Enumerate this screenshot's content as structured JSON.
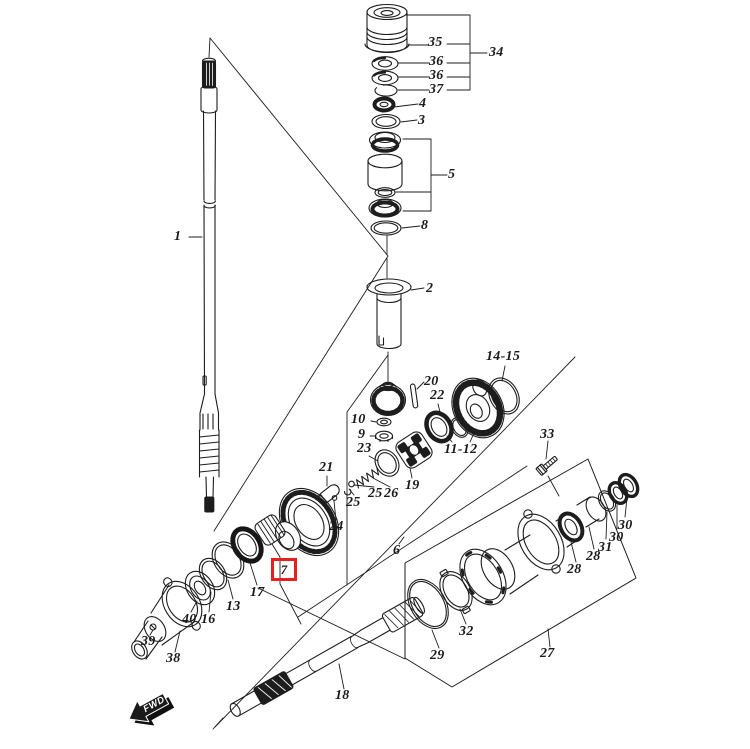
{
  "colors": {
    "background": "#ffffff",
    "line_art": "#1d1d1d",
    "highlight_box": "#e8201e"
  },
  "fwd_marker": {
    "label": "FWD"
  },
  "highlight": {
    "highlighted_part": "7"
  },
  "callouts": [
    {
      "label": "1"
    },
    {
      "label": "2"
    },
    {
      "label": "3"
    },
    {
      "label": "4"
    },
    {
      "label": "5"
    },
    {
      "label": "6"
    },
    {
      "label": "7"
    },
    {
      "label": "8"
    },
    {
      "label": "9"
    },
    {
      "label": "10"
    },
    {
      "label": "11-12"
    },
    {
      "label": "13"
    },
    {
      "label": "14-15"
    },
    {
      "label": "16"
    },
    {
      "label": "17"
    },
    {
      "label": "18"
    },
    {
      "label": "19"
    },
    {
      "label": "20"
    },
    {
      "label": "21"
    },
    {
      "label": "22"
    },
    {
      "label": "23"
    },
    {
      "label": "24"
    },
    {
      "label": "25"
    },
    {
      "label": "25"
    },
    {
      "label": "26"
    },
    {
      "label": "27"
    },
    {
      "label": "28"
    },
    {
      "label": "28"
    },
    {
      "label": "29"
    },
    {
      "label": "30"
    },
    {
      "label": "30"
    },
    {
      "label": "31"
    },
    {
      "label": "32"
    },
    {
      "label": "33"
    },
    {
      "label": "34"
    },
    {
      "label": "35"
    },
    {
      "label": "36"
    },
    {
      "label": "36"
    },
    {
      "label": "37"
    },
    {
      "label": "38"
    },
    {
      "label": "39"
    },
    {
      "label": "40"
    }
  ]
}
